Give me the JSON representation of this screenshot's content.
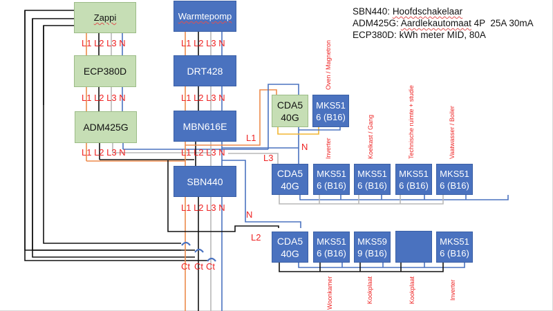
{
  "legend": [
    {
      "code": "SBN440:",
      "desc": "Hoofdschakelaar",
      "extra": ""
    },
    {
      "code": "ADM425G:",
      "desc": "Aardlekautomaat",
      "extra": " 4P  25A 30mA"
    },
    {
      "code": "ECP380D:",
      "desc": "kWh meter MID, 80A",
      "extra": ""
    }
  ],
  "left_column": {
    "boxes": [
      "Zappi",
      "ECP380D",
      "ADM425G"
    ],
    "phase_labels": [
      "L1 L2 L3 N",
      "L1 L2 L3 N",
      "L1 L2 L3 N"
    ]
  },
  "center_column": {
    "boxes": [
      "Warmtepomp",
      "DRT428",
      "MBN616E",
      "SBN440"
    ],
    "phase_labels": [
      "L1 L2 L3 N",
      "L1 L2 L3 N",
      "L1 L2 L3 N",
      "L1 L2 L3 N"
    ],
    "ct_labels": [
      "Ct",
      "Ct",
      "Ct"
    ]
  },
  "wire_labels": {
    "l1": "L1",
    "l3": "L3",
    "l2": "L2",
    "n_top": "N",
    "n_mid": "N"
  },
  "groups": [
    {
      "rcd": {
        "line1": "CDA5",
        "line2": "40G",
        "style": "green"
      },
      "breakers": [
        {
          "line1": "MKS51",
          "line2": "6 (B16)",
          "label": "Oven / Magnetron"
        }
      ]
    },
    {
      "rcd": {
        "line1": "CDA5",
        "line2": "40G",
        "style": "blue"
      },
      "breakers": [
        {
          "line1": "MKS51",
          "line2": "6 (B16)",
          "label": "Inverter"
        },
        {
          "line1": "MKS51",
          "line2": "6 (B16)",
          "label": "Koelkast / Gang"
        },
        {
          "line1": "MKS51",
          "line2": "6 (B16)",
          "label": "Technische ruimte + studie"
        },
        {
          "line1": "MKS51",
          "line2": "6 (B16)",
          "label": "Vaatwasser / Boiler"
        }
      ]
    },
    {
      "rcd": {
        "line1": "CDA5",
        "line2": "40G",
        "style": "blue"
      },
      "breakers": [
        {
          "line1": "MKS51",
          "line2": "6 (B16)",
          "label": "Woonkamer"
        },
        {
          "line1": "MKS59",
          "line2": "9 (B16)",
          "label": "Kookplaat"
        },
        {
          "line1": "",
          "line2": "",
          "label": "Kookplaat"
        },
        {
          "line1": "MKS51",
          "line2": "6 (B16)",
          "label": "Inverter"
        }
      ]
    }
  ],
  "colors": {
    "green_box": "#c6deb5",
    "blue_box": "#4a72bf",
    "wire_l1": "#ed8a4a",
    "wire_l2": "#111111",
    "wire_l3": "#b8b8b8",
    "wire_n": "#4a72bf",
    "wire_yellow": "#f2b632",
    "label_red": "#ee2222"
  }
}
